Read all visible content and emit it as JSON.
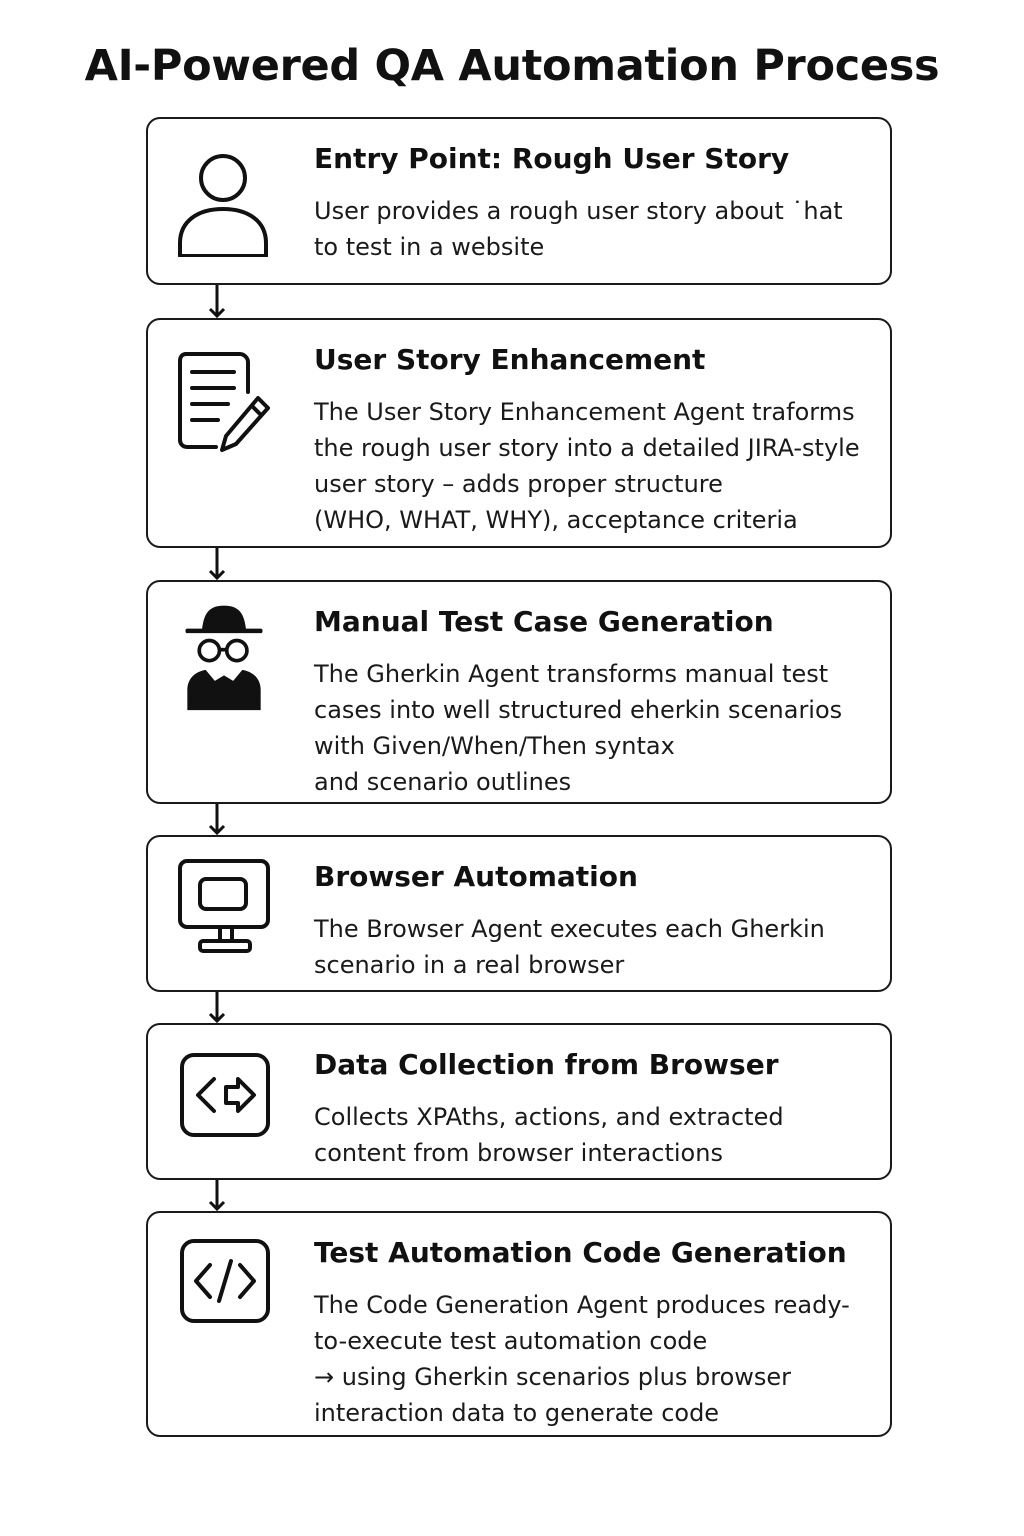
{
  "title": "AI-Powered QA Automation Process",
  "steps": [
    {
      "icon": "user-icon",
      "title": "Entry Point: Rough User Story",
      "description": "User provides a rough user story about ˙hat\nto test in a website"
    },
    {
      "icon": "document-edit-icon",
      "title": "User Story Enhancement",
      "description": "The User Story Enhancement Agent traforms\nthe rough user story into a detailed JIRA-style\nuser story – adds proper structure\n(WHO, WHAT, WHY), acceptance criteria"
    },
    {
      "icon": "incognito-agent-icon",
      "title": "Manual Test Case Generation",
      "description": "The Gherkin Agent transforms manual test\ncases into well structured еherkin scenarios\nwith Given/When/Then syntax\nand scenario outlines"
    },
    {
      "icon": "monitor-icon",
      "title": "Browser Automation",
      "description": "The Browser Agent executes each Gherkin\nscenario in a real browser"
    },
    {
      "icon": "data-collection-icon",
      "title": "Data Collection from Browser",
      "description": "Collects XPAths, actions, and extracted\ncontent from browser interactions"
    },
    {
      "icon": "code-icon",
      "title": "Test Automation Code Generation",
      "description": "The Code Generation Agent produces ready-\nto-execute test automation code\n→ using Gherkin scenarios plus browser\ninteraction data to generate code"
    }
  ]
}
